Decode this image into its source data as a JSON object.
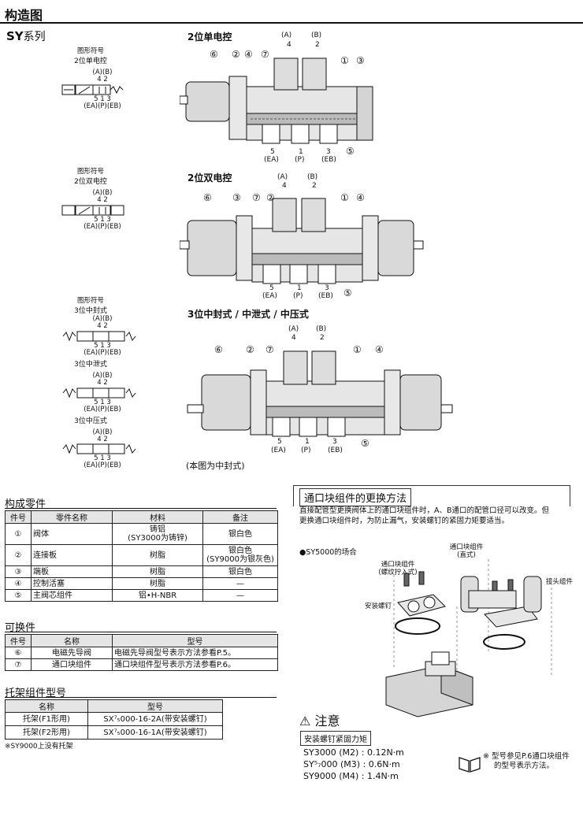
{
  "header": {
    "title": "构造图"
  },
  "series": {
    "code": "SY",
    "suffix": "系列"
  },
  "symbols": {
    "heading": "图形符号",
    "single": {
      "title": "2位单电控",
      "top": "(A)(B)",
      "ports_top": "4  2",
      "ports_bot": "5 1  3",
      "bot": "(EA)(P)(EB)"
    },
    "double": {
      "title": "2位双电控",
      "top": "(A)(B)",
      "ports_top": "4  2",
      "ports_bot": "5 1  3",
      "bot": "(EA)(P)(EB)"
    },
    "closed": {
      "title": "3位中封式",
      "top": "(A)(B)",
      "ports_top": "4  2",
      "ports_bot": "5 1  3",
      "bot": "(EA)(P)(EB)"
    },
    "exhaust": {
      "title": "3位中泄式",
      "top": "(A)(B)",
      "ports_top": "4  2",
      "ports_bot": "5 1 3",
      "bot": "(EA)(P)(EB)"
    },
    "pressure": {
      "title": "3位中压式",
      "top": "(A)(B)",
      "ports_top": "4  2",
      "ports_bot": "5 1  3",
      "bot": "(EA)(P)(EB)"
    }
  },
  "diagrams": {
    "single": {
      "title": "2位单电控",
      "n6": "⑥",
      "n2": "②",
      "n4": "④",
      "n7": "⑦",
      "n1": "①",
      "n3": "③",
      "n5": "⑤"
    },
    "double": {
      "title": "2位双电控",
      "n6": "⑥",
      "n3": "③",
      "n7": "⑦",
      "n2": "②",
      "n1": "①",
      "n4": "④",
      "n5": "⑤"
    },
    "three": {
      "title": "3位中封式 / 中泄式 / 中压式",
      "n6": "⑥",
      "n2": "②",
      "n7": "⑦",
      "n1": "①",
      "n4": "④",
      "n5": "⑤",
      "note": "(本图为中封式)"
    },
    "port_A": "(A)",
    "port_B": "(B)",
    "num_4": "4",
    "num_2": "2",
    "num_5": "5",
    "num_1": "1",
    "num_3": "3",
    "port_EA": "(EA)",
    "port_P": "(P)",
    "port_EB": "(EB)"
  },
  "parts": {
    "title": "构成零件",
    "headers": [
      "件号",
      "零件名称",
      "材料",
      "备注"
    ],
    "rows": [
      {
        "no": "①",
        "name": "阀体",
        "mat1": "铸铝",
        "mat2": "(SY3000为铸锌)",
        "note1": "银白色",
        "note2": ""
      },
      {
        "no": "②",
        "name": "连接板",
        "mat1": "树脂",
        "mat2": "",
        "note1": "银白色",
        "note2": "(SY9000为银灰色)"
      },
      {
        "no": "③",
        "name": "端板",
        "mat1": "树脂",
        "mat2": "",
        "note1": "银白色",
        "note2": ""
      },
      {
        "no": "④",
        "name": "控制活塞",
        "mat1": "树脂",
        "mat2": "",
        "note1": "—",
        "note2": ""
      },
      {
        "no": "⑤",
        "name": "主阀芯组件",
        "mat1": "铝•H-NBR",
        "mat2": "",
        "note1": "—",
        "note2": ""
      }
    ]
  },
  "replace": {
    "title": "可换件",
    "headers": [
      "件号",
      "名称",
      "型号"
    ],
    "rows": [
      {
        "no": "⑥",
        "name": "电磁先导阀",
        "model": "电磁先导阀型号表示方法参看P.5。"
      },
      {
        "no": "⑦",
        "name": "通口块组件",
        "model": "通口块组件型号表示方法参看P.6。"
      }
    ]
  },
  "bracket": {
    "title": "托架组件型号",
    "headers": [
      "名称",
      "型号"
    ],
    "rows": [
      {
        "name": "托架(F1形用)",
        "model": "SX⁷₅000-16-2A(带安装螺钉)"
      },
      {
        "name": "托架(F2形用)",
        "model": "SX⁷₅000-16-1A(带安装螺钉)"
      }
    ],
    "footnote": "※SY9000上没有托架"
  },
  "port_block": {
    "title": "通口块组件的更换方法",
    "desc1": "直接配管型更换阀体上的通口块组件时，A、B通口的配管口径可以改变。但",
    "desc2": "更换通口块组件时，为防止漏气，安装螺钉的紧固力矩要适当。",
    "case": "●SY5000的场合",
    "lbl_block1": "通口块组件",
    "lbl_block1b": "(螺纹拧入式)",
    "lbl_screw": "安装螺钉",
    "lbl_block2": "通口块组件",
    "lbl_block2b": "(直式)",
    "lbl_fitting": "接头组件"
  },
  "caution": {
    "icon": "⚠",
    "title": "注意",
    "label": "安装螺钉紧固力矩",
    "t1": "SY3000 (M2) : 0.12N·m",
    "t2": "SY⁵₇000 (M3) : 0.6N·m",
    "t3": "SY9000 (M4) : 1.4N·m",
    "ref1": "※ 型号参见P.6通口块组件",
    "ref2": "的型号表示方法。"
  },
  "colors": {
    "header_bg": "#e5e5e5",
    "line": "#111111",
    "metal": "#cfcfcf",
    "dark": "#555555"
  }
}
